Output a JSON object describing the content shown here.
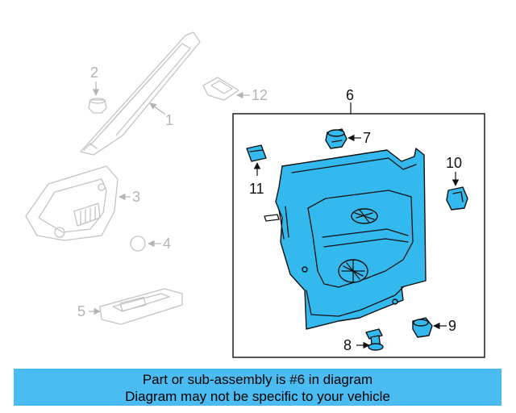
{
  "colors": {
    "highlight": "#33b9ee",
    "banner": "#4bbcf1",
    "ghost": "#c4c4c4"
  },
  "callouts": {
    "c1": "1",
    "c2": "2",
    "c3": "3",
    "c4": "4",
    "c5": "5",
    "c6": "6",
    "c7": "7",
    "c8": "8",
    "c9": "9",
    "c10": "10",
    "c11": "11",
    "c12": "12"
  },
  "banner": {
    "line1": "Part or sub-assembly is #6 in diagram",
    "line2": "Diagram may not be specific to your vehicle"
  }
}
